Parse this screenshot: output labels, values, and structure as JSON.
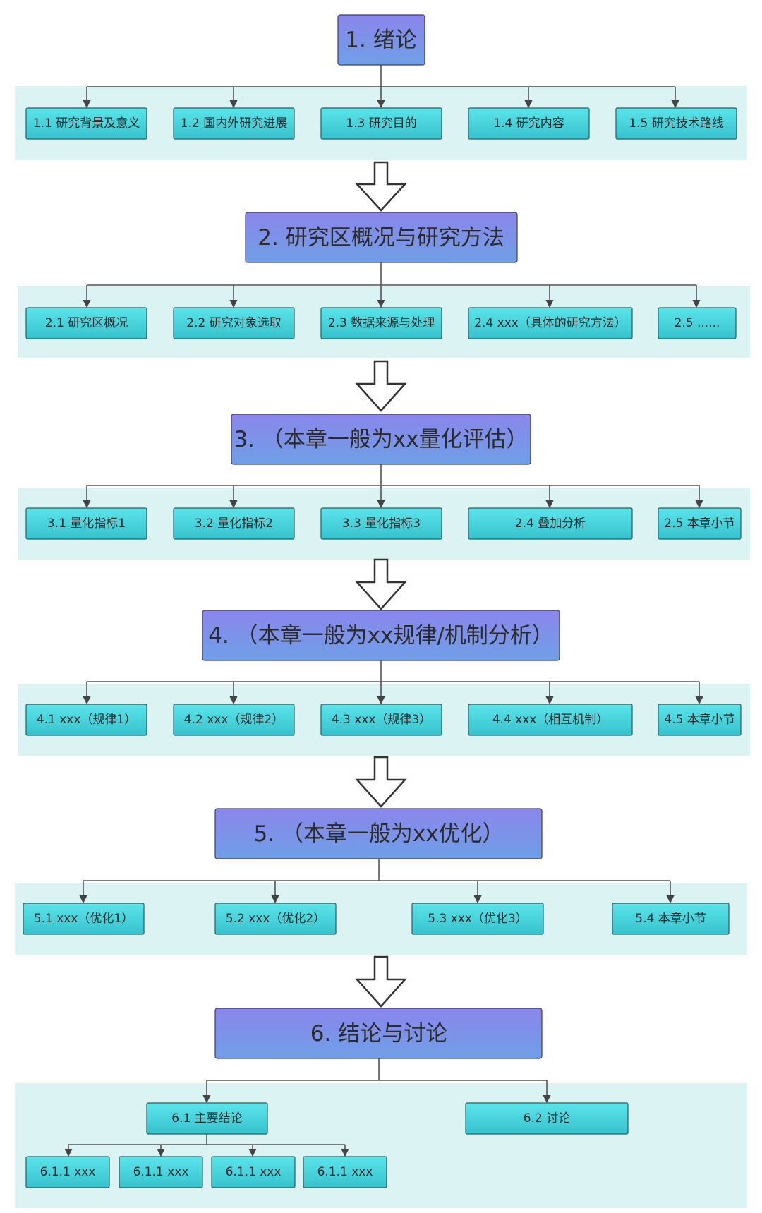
{
  "chapters": [
    {
      "title": "1. 绪论",
      "sections": [
        "1.1 研究背景及意义",
        "1.2 国内外研究进展",
        "1.3 研究目的",
        "1.4 研究内容",
        "1.5 研究技术路线"
      ]
    },
    {
      "title": "2. 研究区概况与研究方法",
      "sections": [
        "2.1 研究区概况",
        "2.2 研究对象选取",
        "2.3 数据来源与处理",
        "2.4 xxx（具体的研究方法）",
        "2.5 ......"
      ]
    },
    {
      "title": "3. （本章一般为xx量化评估）",
      "sections": [
        "3.1 量化指标1",
        "3.2 量化指标2",
        "3.3 量化指标3",
        "2.4 叠加分析",
        "2.5 本章小节"
      ]
    },
    {
      "title": "4. （本章一般为xx规律/机制分析）",
      "sections": [
        "4.1 xxx（规律1）",
        "4.2 xxx（规律2）",
        "4.3 xxx（规律3）",
        "4.4 xxx（相互机制）",
        "4.5 本章小节"
      ]
    },
    {
      "title": "5. （本章一般为xx优化）",
      "sections": [
        "5.1 xxx（优化1）",
        "5.2 xxx（优化2）",
        "5.3 xxx（优化3）",
        "5.4 本章小节"
      ]
    },
    {
      "title": "6. 结论与讨论",
      "sections": [
        "6.1 主要结论",
        "6.2 讨论"
      ],
      "subsections": [
        "6.1.1 xxx",
        "6.1.1 xxx",
        "6.1.1 xxx",
        "6.1.1 xxx"
      ]
    }
  ],
  "colors": {
    "main_box_gradient": [
      "#8a86ec",
      "#6f9fe6"
    ],
    "sub_box_gradient": [
      "#56e1e8",
      "#38c3cf"
    ],
    "panel_bg": "#dff3f3",
    "connector": "#555555"
  }
}
